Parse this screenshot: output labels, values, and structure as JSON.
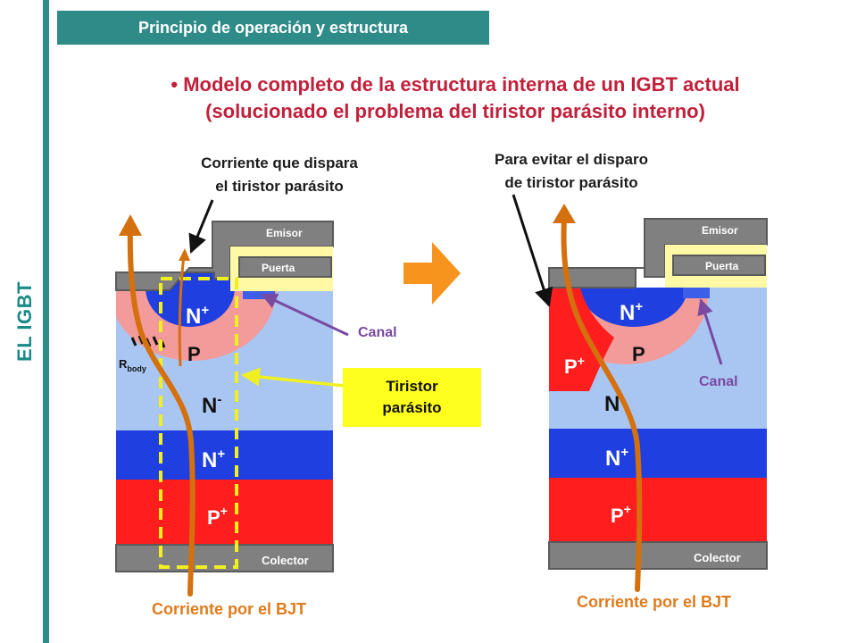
{
  "sidebar": {
    "label": "EL IGBT"
  },
  "header": {
    "title": "Principio de operación y estructura"
  },
  "bullet": {
    "line1": "Modelo completo de la estructura interna de un IGBT actual",
    "line2": "(solucionado el problema del tiristor parásito interno)"
  },
  "left": {
    "callout_line1": "Corriente que dispara",
    "callout_line2": "el tiristor parásito",
    "emisor": "Emisor",
    "puerta": "Puerta",
    "colector": "Colector",
    "n_plus_top": "N",
    "p_region": "P",
    "n_minus": "N",
    "n_plus_buffer": "N",
    "p_plus": "P",
    "rbody": "R",
    "rbody_sub": "body",
    "canal": "Canal",
    "tiristor_line1": "Tiristor",
    "tiristor_line2": "parásito",
    "bjt": "Corriente por el BJT"
  },
  "right": {
    "callout_line1": "Para evitar el disparo",
    "callout_line2": "de tiristor parásito",
    "emisor": "Emisor",
    "puerta": "Puerta",
    "colector": "Colector",
    "n_plus_top": "N",
    "p_plus_side": "P",
    "p_region": "P",
    "n_minus": "N",
    "n_plus_buffer": "N",
    "p_plus": "P",
    "canal": "Canal",
    "bjt": "Corriente por el BJT"
  },
  "superscripts": {
    "plus": "+",
    "minus": "-"
  },
  "colors": {
    "teal": "#2e8b88",
    "title_red": "#c0203a",
    "metal_gray": "#808080",
    "gate_yellow": "#fff9a6",
    "n_minus_blue": "#a9c6f2",
    "p_pink": "#f39a9a",
    "n_plus_blue": "#1f3fe0",
    "p_plus_red": "#ff1e1e",
    "orange_current": "#d4700e",
    "canal_purple": "#7a4aa0",
    "tiristor_yellow": "#ffff1e"
  }
}
